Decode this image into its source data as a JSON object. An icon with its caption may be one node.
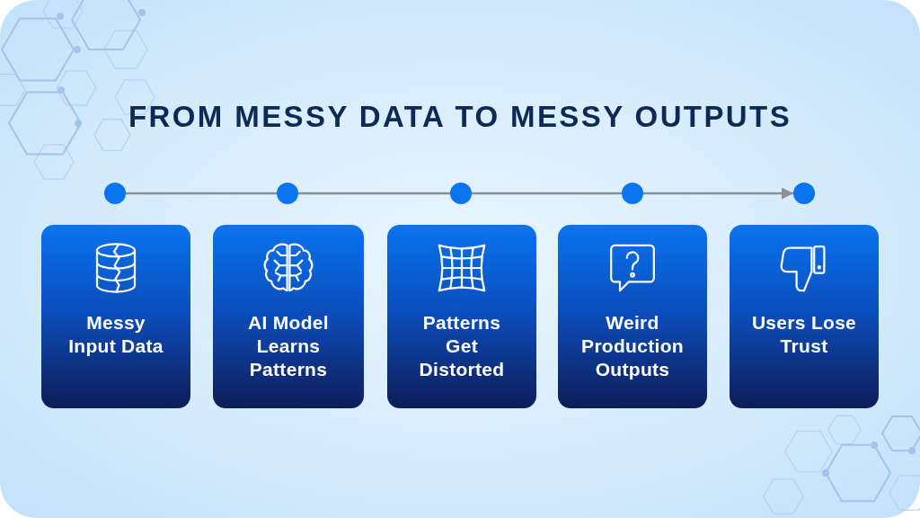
{
  "diagram": {
    "title": "FROM MESSY DATA TO MESSY OUTPUTS",
    "nodes": [
      {
        "text": [],
        "shape": "circle"
      },
      {
        "text": [],
        "shape": "circle"
      },
      {
        "text": [],
        "shape": "circle"
      },
      {
        "text": [],
        "shape": "circle"
      },
      {
        "text": [],
        "shape": "circle"
      },
      {
        "text": [
          "Messy Input Data"
        ]
      },
      {
        "text": [
          "AI Model Learns Patterns"
        ]
      },
      {
        "text": [
          "Patterns Get Distorted"
        ]
      },
      {
        "text": [
          "Weird Production Outputs"
        ]
      },
      {
        "text": [
          "Users Lose Trust"
        ]
      }
    ],
    "edges": [
      {
        "from": 0,
        "to": 1,
        "arrow": "none"
      },
      {
        "from": 1,
        "to": 2,
        "arrow": "none"
      },
      {
        "from": 2,
        "to": 3,
        "arrow": "none"
      },
      {
        "from": 3,
        "to": 4,
        "arrow": "to"
      }
    ]
  }
}
